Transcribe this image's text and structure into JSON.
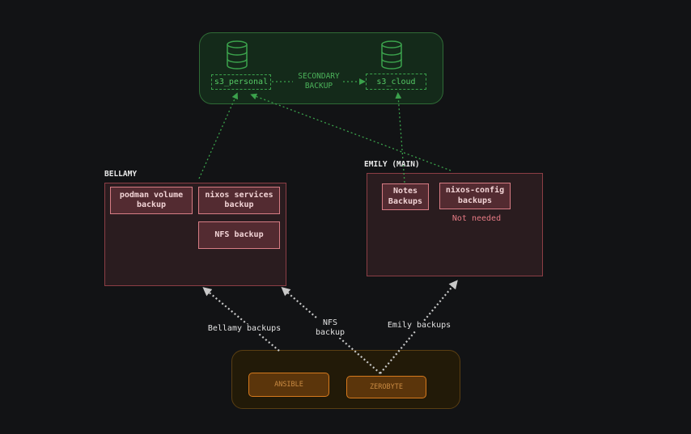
{
  "storage": {
    "bucket_personal": "s3_personal",
    "bucket_cloud": "s3_cloud",
    "secondary_backup_label": "SECONDARY\nBACKUP"
  },
  "bellamy": {
    "title": "BELLAMY",
    "services": [
      "podman volume\nbackup",
      "nixos services\nbackup",
      "NFS backup"
    ]
  },
  "emily": {
    "title": "EMILY (MAIN)",
    "services": [
      "Notes\nBackups",
      "nixos-config\nbackups"
    ],
    "note": "Not needed"
  },
  "edges": {
    "bellamy_backups": "Bellamy backups",
    "nfs_backup": "NFS\nbackup",
    "emily_backups": "Emily backups"
  },
  "tools": {
    "ansible": "ANSIBLE",
    "zerobyte": "ZEROBYTE"
  },
  "colors": {
    "background": "#121315",
    "green": "#3ba24c",
    "pink": "#d77c84",
    "orange": "#d67a1d",
    "gray_arrow": "#c8c8c8"
  },
  "icons": [
    "database-icon",
    "database-icon"
  ]
}
